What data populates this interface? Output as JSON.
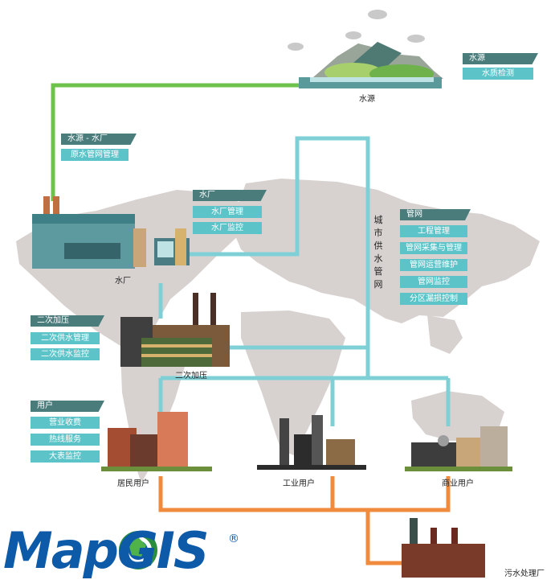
{
  "labels": {
    "source": "水源",
    "plant": "水厂",
    "booster": "二次加压",
    "residential": "居民用户",
    "industrial": "工业用户",
    "commercial": "商业用户",
    "sewage": "污水处理厂",
    "city_network": [
      "城",
      "市",
      "供",
      "水",
      "管",
      "网"
    ]
  },
  "panels": {
    "source": {
      "title": "水源",
      "items": [
        "水质检测"
      ]
    },
    "raw": {
      "title": "水源 - 水厂",
      "items": [
        "原水管网管理"
      ]
    },
    "plant": {
      "title": "水厂",
      "items": [
        "水厂管理",
        "水厂监控"
      ]
    },
    "network": {
      "title": "管网",
      "items": [
        "工程管理",
        "管网采集与管理",
        "管网运营维护",
        "管网监控",
        "分区漏损控制"
      ]
    },
    "booster": {
      "title": "二次加压",
      "items": [
        "二次供水管理",
        "二次供水监控"
      ]
    },
    "user": {
      "title": "用户",
      "items": [
        "营业收费",
        "热线服务",
        "大表监控"
      ]
    }
  },
  "logo": {
    "text": "MapGIS",
    "mark": "®"
  },
  "colors": {
    "map": "#d7d2d0",
    "raw_pipe": "#6cc24a",
    "supply_pipe": "#7fd0d6",
    "sewage_pipe": "#f08a3c",
    "panel_header": "#4a7c7c",
    "panel_item": "#5cc4c9",
    "logo": "#0d5aa8"
  }
}
